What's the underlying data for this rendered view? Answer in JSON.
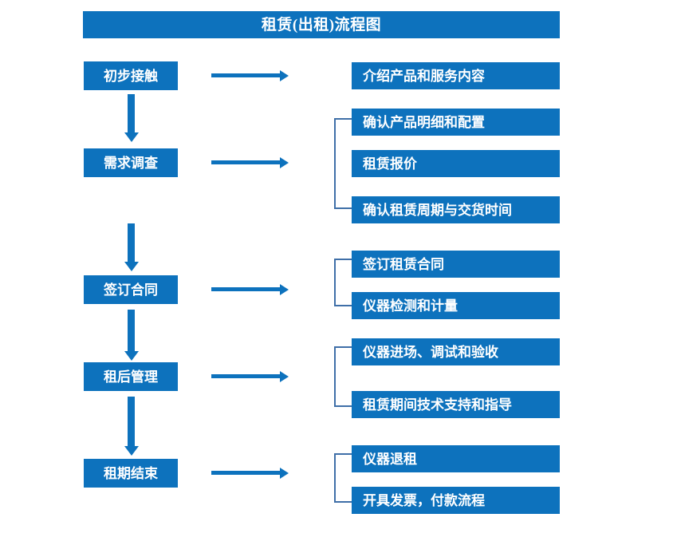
{
  "chart": {
    "title": "租赁(出租)流程图",
    "colors": {
      "box_blue": "#0d72bd",
      "bracket_blue": "#3f6fa8",
      "text_white": "#ffffff",
      "background": "#ffffff"
    }
  },
  "stages": [
    {
      "id": "stage-1",
      "label": "初步接触"
    },
    {
      "id": "stage-2",
      "label": "需求调查"
    },
    {
      "id": "stage-3",
      "label": "签订合同"
    },
    {
      "id": "stage-4",
      "label": "租后管理"
    },
    {
      "id": "stage-5",
      "label": "租期结束"
    }
  ],
  "details": [
    {
      "id": "detail-1",
      "label": "介绍产品和服务内容"
    },
    {
      "id": "detail-2",
      "label": "确认产品明细和配置"
    },
    {
      "id": "detail-3",
      "label": "租赁报价"
    },
    {
      "id": "detail-4",
      "label": "确认租赁周期与交货时间"
    },
    {
      "id": "detail-5",
      "label": "签订租赁合同"
    },
    {
      "id": "detail-6",
      "label": "仪器检测和计量"
    },
    {
      "id": "detail-7",
      "label": "仪器进场、调试和验收"
    },
    {
      "id": "detail-8",
      "label": "租赁期间技术支持和指导"
    },
    {
      "id": "detail-9",
      "label": "仪器退租"
    },
    {
      "id": "detail-10",
      "label": "开具发票，付款流程"
    }
  ],
  "chart_data": {
    "type": "diagram",
    "title": "租赁(出租)流程图",
    "orientation": "top-to-bottom",
    "nodes": [
      {
        "column": "stage",
        "index": 1,
        "label": "初步接触"
      },
      {
        "column": "stage",
        "index": 2,
        "label": "需求调查"
      },
      {
        "column": "stage",
        "index": 3,
        "label": "签订合同"
      },
      {
        "column": "stage",
        "index": 4,
        "label": "租后管理"
      },
      {
        "column": "stage",
        "index": 5,
        "label": "租期结束"
      },
      {
        "column": "detail",
        "index": 1,
        "label": "介绍产品和服务内容"
      },
      {
        "column": "detail",
        "index": 2,
        "label": "确认产品明细和配置"
      },
      {
        "column": "detail",
        "index": 3,
        "label": "租赁报价"
      },
      {
        "column": "detail",
        "index": 4,
        "label": "确认租赁周期与交货时间"
      },
      {
        "column": "detail",
        "index": 5,
        "label": "签订租赁合同"
      },
      {
        "column": "detail",
        "index": 6,
        "label": "仪器检测和计量"
      },
      {
        "column": "detail",
        "index": 7,
        "label": "仪器进场、调试和验收"
      },
      {
        "column": "detail",
        "index": 8,
        "label": "租赁期间技术支持和指导"
      },
      {
        "column": "detail",
        "index": 9,
        "label": "仪器退租"
      },
      {
        "column": "detail",
        "index": 10,
        "label": "开具发票，付款流程"
      }
    ],
    "edges": [
      {
        "from": "初步接触",
        "to": "需求调查",
        "kind": "arrow-down"
      },
      {
        "from": "需求调查",
        "to": "签订合同",
        "kind": "arrow-down"
      },
      {
        "from": "签订合同",
        "to": "租后管理",
        "kind": "arrow-down"
      },
      {
        "from": "租后管理",
        "to": "租期结束",
        "kind": "arrow-down"
      },
      {
        "from": "初步接触",
        "to": "介绍产品和服务内容",
        "kind": "arrow-right"
      },
      {
        "from": "需求调查",
        "to": [
          "确认产品明细和配置",
          "租赁报价",
          "确认租赁周期与交货时间"
        ],
        "kind": "arrow-right-bracket"
      },
      {
        "from": "签订合同",
        "to": [
          "签订租赁合同",
          "仪器检测和计量"
        ],
        "kind": "arrow-right-bracket"
      },
      {
        "from": "租后管理",
        "to": [
          "仪器进场、调试和验收",
          "租赁期间技术支持和指导"
        ],
        "kind": "arrow-right-bracket"
      },
      {
        "from": "租期结束",
        "to": [
          "仪器退租",
          "开具发票，付款流程"
        ],
        "kind": "arrow-right-bracket"
      }
    ]
  }
}
